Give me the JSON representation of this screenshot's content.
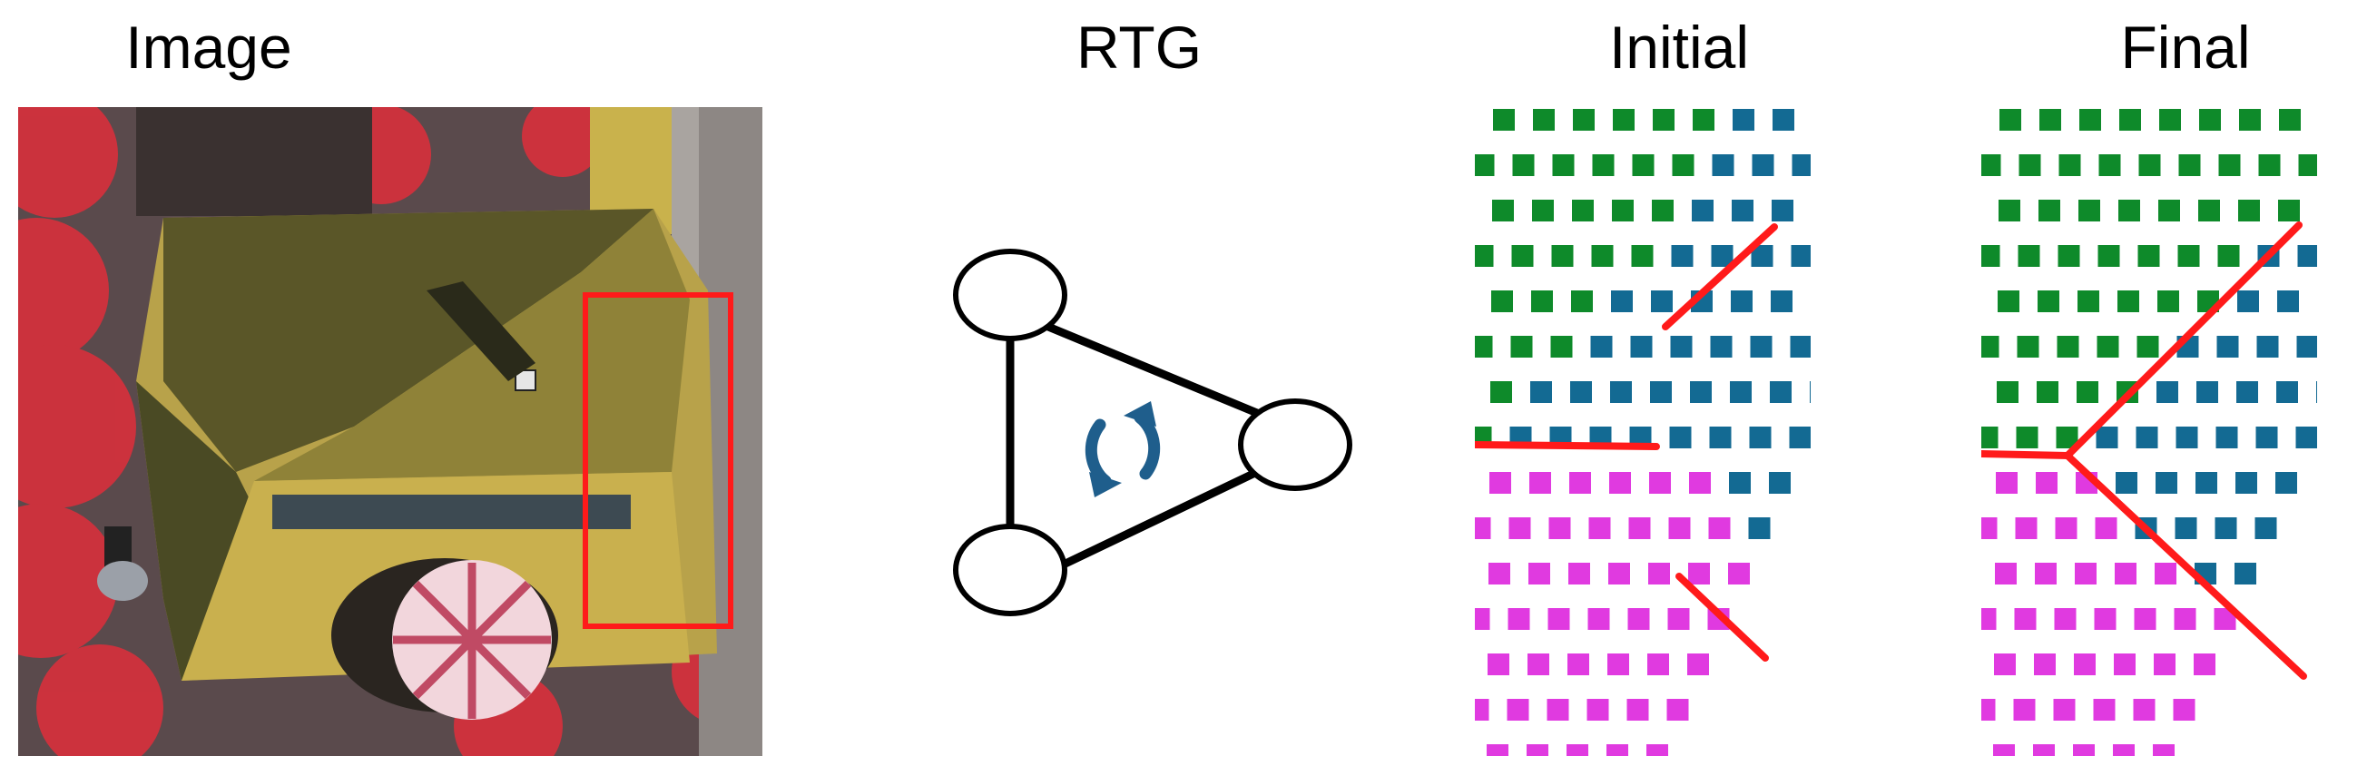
{
  "titles": {
    "image": "Image",
    "rtg": "RTG",
    "initial": "Initial",
    "final": "Final"
  },
  "colors": {
    "green_class": "#0e8a2a",
    "blue_class": "#136a93",
    "magenta_class": "#e03ae0",
    "boundary": "#ff1a1a",
    "highlight_box": "#ff1a1a",
    "cycle_arrows": "#1f5e8c",
    "roof": "#b8a24a",
    "vegetation": "#d8303c"
  },
  "icons": {
    "rtg_cycle": "refresh-cycle-icon"
  }
}
